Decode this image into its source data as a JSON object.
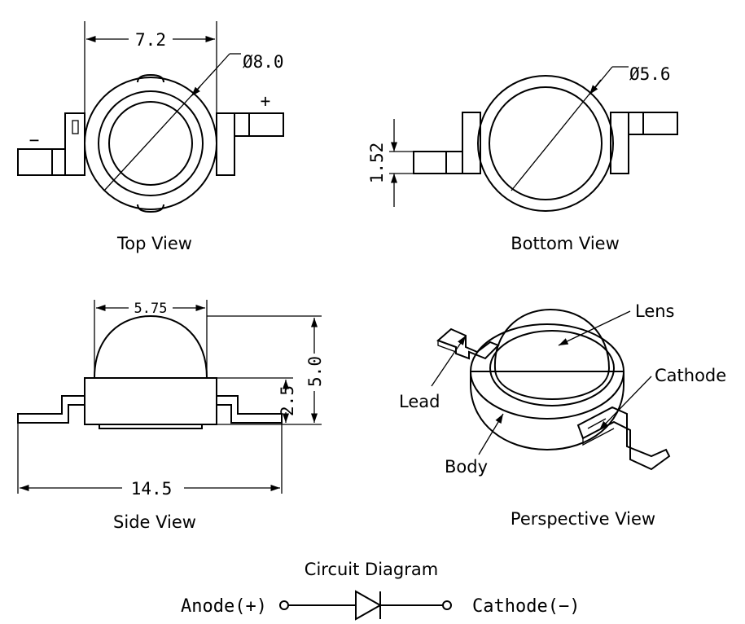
{
  "views": {
    "top": {
      "caption": "Top View",
      "width_dim": "7.2",
      "diameter_dim": "Ø8.0",
      "minus_label": "−",
      "plus_label": "+"
    },
    "bottom": {
      "caption": "Bottom View",
      "diameter_dim": "Ø5.6",
      "lead_thickness_dim": "1.52"
    },
    "side": {
      "caption": "Side View",
      "lens_width_dim": "5.75",
      "total_height_dim": "5.0",
      "body_height_dim": "2.5",
      "total_length_dim": "14.5"
    },
    "perspective": {
      "caption": "Perspective View",
      "lens_label": "Lens",
      "cathode_label": "Cathode",
      "lead_label": "Lead",
      "body_label": "Body"
    }
  },
  "circuit": {
    "title": "Circuit Diagram",
    "anode_label": "Anode(+)",
    "cathode_label": "Cathode(−)"
  },
  "colors": {
    "line": "#000000",
    "lens_fill": "#d9d9d9",
    "ring_fill": "#9a9a9a",
    "body_fill": "#ffffff",
    "hatch": "#666666"
  }
}
